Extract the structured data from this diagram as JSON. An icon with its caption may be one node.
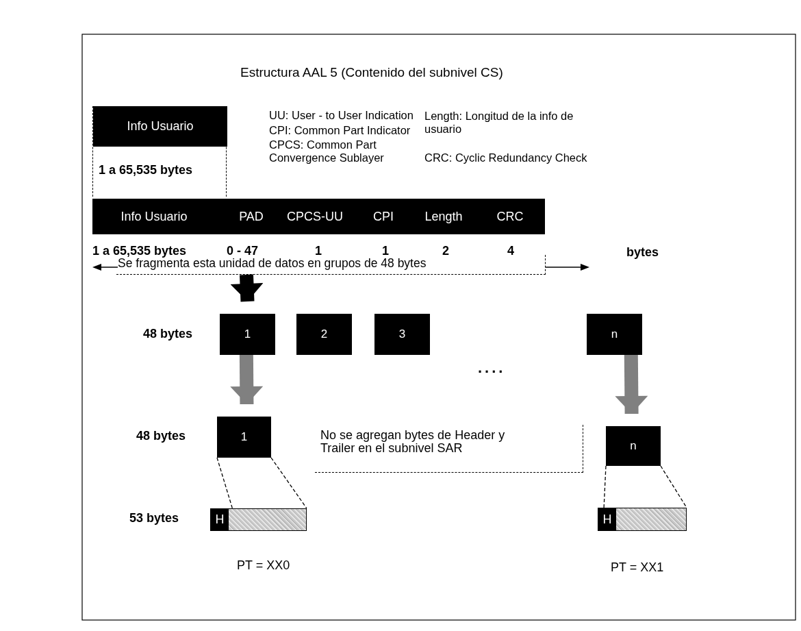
{
  "diagram": {
    "title": "Estructura AAL 5 (Contenido del subnivel CS)",
    "nodes": [
      {
        "text": [
          "Info Usuario",
          "1 a 65,535 bytes"
        ]
      },
      {
        "text": [
          "Info Usuario",
          "PAD",
          "CPCS-UU",
          "CPI",
          "Length",
          "CRC"
        ]
      },
      {
        "text": [
          "Se fragmenta esta unidad de datos en grupos de 48 bytes"
        ]
      },
      {
        "text": [
          "1"
        ]
      },
      {
        "text": [
          "2"
        ]
      },
      {
        "text": [
          "3"
        ]
      },
      {
        "text": [
          "n"
        ]
      },
      {
        "text": [
          "1"
        ]
      },
      {
        "text": [
          "No se agregan bytes de Header y Trailer en el subnivel SAR"
        ]
      },
      {
        "text": [
          "n"
        ]
      },
      {
        "text": [
          "H"
        ],
        "beside": [
          "PT = XX0"
        ]
      },
      {
        "text": [
          "H"
        ],
        "beside": [
          "PT = XX1"
        ]
      }
    ],
    "edges": [
      {
        "from": 2,
        "to": 3,
        "arrow": "to",
        "style": "thick"
      },
      {
        "from": 3,
        "to": 7,
        "arrow": "to",
        "style": "thick",
        "color": "#808080"
      },
      {
        "from": 6,
        "to": 9,
        "arrow": "to",
        "style": "thick",
        "color": "#808080"
      },
      {
        "from": 7,
        "to": 10,
        "arrow": "none",
        "style": "dashed"
      },
      {
        "from": 7,
        "to": 10,
        "arrow": "none",
        "style": "dashed"
      },
      {
        "from": 9,
        "to": 11,
        "arrow": "none",
        "style": "dashed"
      },
      {
        "from": 9,
        "to": 11,
        "arrow": "none",
        "style": "dashed"
      }
    ],
    "labels": [
      "UU: User - to User Indication",
      "CPI: Common Part Indicator",
      "CPCS: Common Part Convergence Sublayer",
      "Length: Longitud de la info de usuario",
      "CRC: Cyclic Redundancy Check",
      "1 a 65,535 bytes",
      "0 - 47",
      "1",
      "1",
      "2",
      "4",
      "bytes",
      "48 bytes",
      "....",
      "48 bytes",
      "53 bytes"
    ]
  }
}
